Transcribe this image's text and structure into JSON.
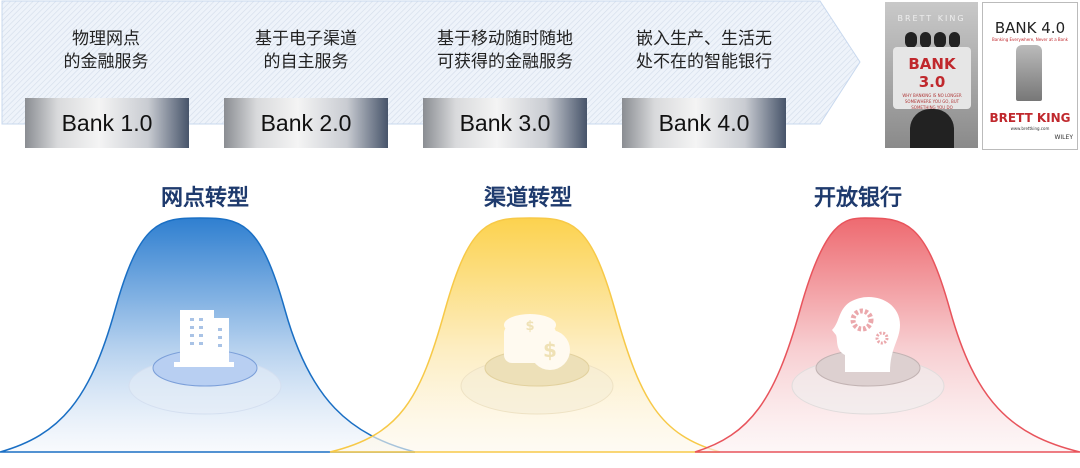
{
  "stages": [
    {
      "desc": [
        "物理网点",
        "的金融服务"
      ],
      "label": "Bank 1.0"
    },
    {
      "desc": [
        "基于电子渠道",
        "的自主服务"
      ],
      "label": "Bank 2.0"
    },
    {
      "desc": [
        "基于移动随时随地",
        "可获得的金融服务"
      ],
      "label": "Bank 3.0"
    },
    {
      "desc": [
        "嵌入生产、生活无",
        "处不在的智能银行"
      ],
      "label": "Bank 4.0"
    }
  ],
  "books": [
    {
      "author": "BRETT KING",
      "title": "BANK 3.0",
      "subtitle": "WHY BANKING IS NO LONGER SOMEWHERE YOU GO, BUT SOMETHING YOU DO"
    },
    {
      "title": "BANK 4.0",
      "subtitle": "Banking Everywhere, Never at a Bank",
      "author": "BRETT KING",
      "site": "www.brettking.com",
      "publisher": "WILEY"
    }
  ],
  "transformations": [
    {
      "title": "网点转型",
      "icon": "building-icon",
      "color": "#1a6fc4"
    },
    {
      "title": "渠道转型",
      "icon": "coins-icon",
      "color": "#f7c948"
    },
    {
      "title": "开放银行",
      "icon": "head-gears-icon",
      "color": "#e8545c"
    }
  ]
}
